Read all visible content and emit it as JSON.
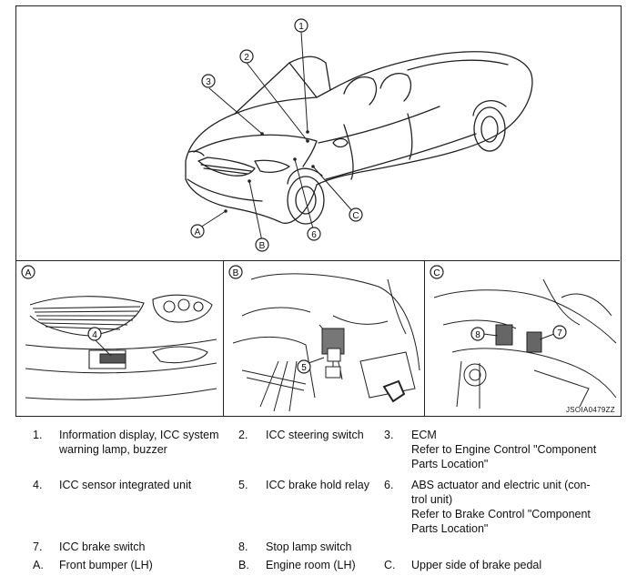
{
  "callouts": {
    "c1": "1",
    "c2": "2",
    "c3": "3",
    "c4": "4",
    "c5": "5",
    "c6": "6",
    "c7": "7",
    "c8": "8",
    "cA": "A",
    "cB": "B",
    "cC": "C"
  },
  "reference_code": "JSOIA0479ZZ",
  "legend": [
    {
      "num": "1.",
      "lines": [
        "Information display, ICC system",
        "warning lamp, buzzer"
      ]
    },
    {
      "num": "2.",
      "lines": [
        "ICC steering switch"
      ]
    },
    {
      "num": "3.",
      "lines": [
        "ECM",
        "Refer to Engine Control \"Component",
        "Parts Location\""
      ]
    },
    {
      "num": "4.",
      "lines": [
        "ICC sensor integrated unit"
      ]
    },
    {
      "num": "5.",
      "lines": [
        "ICC brake hold relay"
      ]
    },
    {
      "num": "6.",
      "lines": [
        "ABS actuator and electric unit (con-",
        "trol unit)",
        "Refer to Brake Control \"Component",
        "Parts Location\""
      ]
    },
    {
      "num": "7.",
      "lines": [
        "ICC brake switch"
      ]
    },
    {
      "num": "8.",
      "lines": [
        "Stop lamp switch"
      ]
    },
    {
      "num": "C.",
      "lines": [
        "Upper side of brake pedal"
      ]
    },
    {
      "num": "A.",
      "lines": [
        "Front bumper (LH)"
      ]
    },
    {
      "num": "B.",
      "lines": [
        "Engine room (LH)"
      ]
    }
  ]
}
